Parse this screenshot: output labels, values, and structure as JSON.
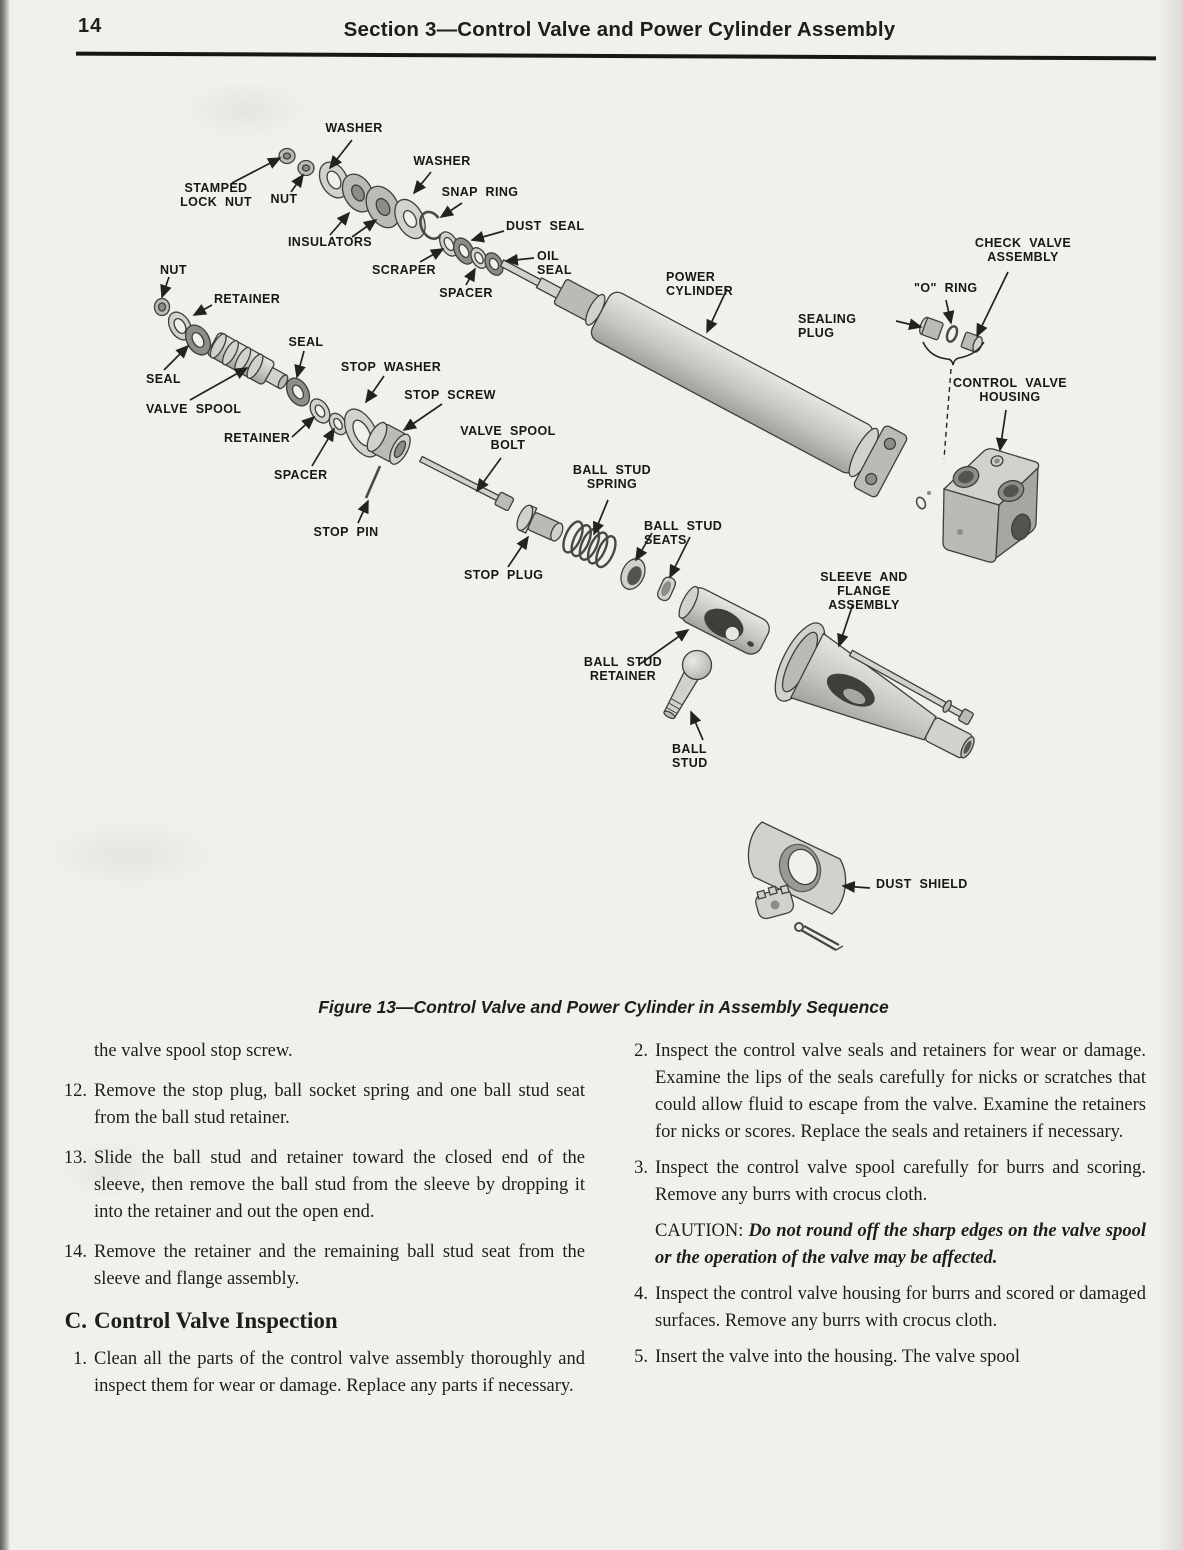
{
  "header": {
    "page_number": "14",
    "section_title": "Section 3—Control Valve and Power Cylinder Assembly"
  },
  "figure": {
    "caption": "Figure 13—Control Valve and Power Cylinder in Assembly Sequence",
    "part_labels": {
      "washer_top": "WASHER",
      "stamped_lock_nut": "STAMPED\nLOCK NUT",
      "nut_upper": "NUT",
      "washer_right": "WASHER",
      "snap_ring": "SNAP RING",
      "insulators": "INSULATORS",
      "dust_seal": "DUST SEAL",
      "scraper": "SCRAPER",
      "oil_seal": "OIL SEAL",
      "spacer_upper": "SPACER",
      "nut_left": "NUT",
      "retainer_upper": "RETAINER",
      "seal_left": "SEAL",
      "valve_spool": "VALVE SPOOL",
      "seal_mid": "SEAL",
      "stop_washer": "STOP WASHER",
      "stop_screw": "STOP SCREW",
      "retainer_mid": "RETAINER",
      "spacer_mid": "SPACER",
      "stop_pin": "STOP PIN",
      "valve_spool_bolt": "VALVE SPOOL\nBOLT",
      "stop_plug": "STOP PLUG",
      "ball_stud_spring": "BALL STUD\nSPRING",
      "ball_stud_seats": "BALL STUD SEATS",
      "power_cylinder": "POWER CYLINDER",
      "sealing_plug": "SEALING PLUG",
      "o_ring": "\"O\" RING",
      "check_valve_assembly": "CHECK VALVE\nASSEMBLY",
      "control_valve_housing": "CONTROL VALVE\nHOUSING",
      "sleeve_and_flange": "SLEEVE AND FLANGE\nASSEMBLY",
      "ball_stud_retainer": "BALL STUD\nRETAINER",
      "ball_stud": "BALL STUD",
      "dust_shield": "DUST SHIELD"
    }
  },
  "content": {
    "left_column": {
      "continuation": "the valve spool stop screw.",
      "items": [
        {
          "number": "12.",
          "text": "Remove the stop plug, ball socket spring and one ball stud seat from the ball stud retainer."
        },
        {
          "number": "13.",
          "text": "Slide the ball stud and retainer toward the closed end of the sleeve, then remove the ball stud from the sleeve by dropping it into the retainer and out the open end."
        },
        {
          "number": "14.",
          "text": "Remove the retainer and the remaining ball stud seat from the sleeve and flange assembly."
        }
      ],
      "section_heading": {
        "letter": "C.",
        "title": "Control Valve Inspection"
      },
      "items_after": [
        {
          "number": "1.",
          "text": "Clean all the parts of the control valve assembly thoroughly and inspect them for wear or damage. Replace any parts if necessary."
        }
      ]
    },
    "right_column": {
      "items_top": [
        {
          "number": "2.",
          "text": "Inspect the control valve seals and retainers for wear or damage. Examine the lips of the seals carefully for nicks or scratches that could allow fluid to escape from the valve. Examine the retainers for nicks or scores. Replace the seals and retainers if necessary."
        },
        {
          "number": "3.",
          "text": "Inspect the control valve spool carefully for burrs and scoring. Remove any burrs with crocus cloth."
        }
      ],
      "caution": {
        "prefix": "CAUTION:",
        "text": "Do not round off the sharp edges on the valve spool or the operation of the valve may be affected."
      },
      "items_bottom": [
        {
          "number": "4.",
          "text": "Inspect the control valve housing for burrs and scored or damaged surfaces. Remove any burrs with crocus cloth."
        },
        {
          "number": "5.",
          "text": "Insert the valve into the housing. The valve spool"
        }
      ]
    }
  },
  "colors": {
    "page_background": "#f2f0ec",
    "ink": "#1e1d1b",
    "scan_edge": "#63615d"
  }
}
